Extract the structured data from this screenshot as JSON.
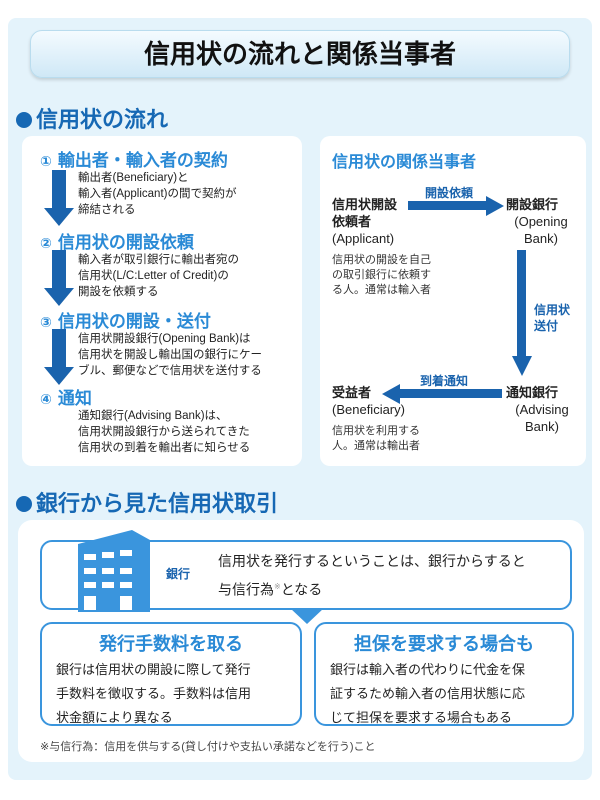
{
  "title": "信用状の流れと関係当事者",
  "section1": {
    "heading": "信用状の流れ",
    "steps": [
      {
        "num": "①",
        "title": "輸出者・輸入者の契約",
        "lines": [
          "輸出者(Beneficiary)と",
          "輸入者(Applicant)の間で契約が",
          "締結される"
        ]
      },
      {
        "num": "②",
        "title": "信用状の開設依頼",
        "lines": [
          "輸入者が取引銀行に輸出者宛の",
          "信用状(L/C:Letter of Credit)の",
          "開設を依頼する"
        ]
      },
      {
        "num": "③",
        "title": "信用状の開設・送付",
        "lines": [
          "信用状開設銀行(Opening Bank)は",
          "信用状を開設し輸出国の銀行にケー",
          "ブル、郵便などで信用状を送付する"
        ]
      },
      {
        "num": "④",
        "title": "通知",
        "lines": [
          "通知銀行(Advising Bank)は、",
          "信用状開設銀行から送られてきた",
          "信用状の到着を輸出者に知らせる"
        ]
      }
    ],
    "parties": {
      "heading": "信用状の関係当事者",
      "applicant": {
        "name1": "信用状開設",
        "name2": "依頼者",
        "en": "(Applicant)",
        "desc": [
          "信用状の開設を自己",
          "の取引銀行に依頼す",
          "る人。通常は輸入者"
        ]
      },
      "opening_bank": {
        "name": "開設銀行",
        "en1": "(Opening",
        "en2": "Bank)"
      },
      "advising_bank": {
        "name": "通知銀行",
        "en1": "(Advising",
        "en2": "Bank)"
      },
      "beneficiary": {
        "name": "受益者",
        "en": "(Beneficiary)",
        "desc": [
          "信用状を利用する",
          "人。通常は輸出者"
        ]
      },
      "arrows": {
        "request": "開設依頼",
        "send1": "信用状",
        "send2": "送付",
        "notify": "到着通知"
      }
    }
  },
  "section2": {
    "heading": "銀行から見た信用状取引",
    "bank_label": "銀行",
    "bank_text1": "信用状を発行するということは、銀行からすると",
    "bank_text2": "与信行為",
    "bank_mark": "※",
    "bank_text3": "となる",
    "left": {
      "title": "発行手数料を取る",
      "lines": [
        "銀行は信用状の開設に際して発行",
        "手数料を徴収する。手数料は信用",
        "状金額により異なる"
      ]
    },
    "right": {
      "title": "担保を要求する場合も",
      "lines": [
        "銀行は輸入者の代わりに代金を保",
        "証するため輸入者の信用状態に応",
        "じて担保を要求する場合もある"
      ]
    },
    "footnote": "※与信行為：信用を供与する(貸し付けや支払い承諾などを行う)こと"
  },
  "colors": {
    "accent": "#1668b4",
    "light_accent": "#2a8ad6",
    "background": "#e4f3fb"
  }
}
